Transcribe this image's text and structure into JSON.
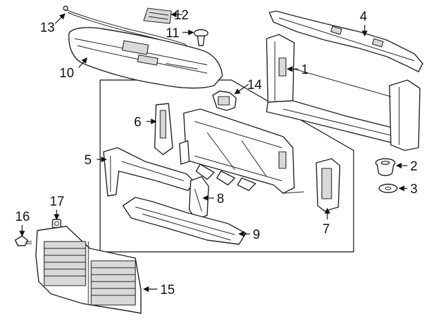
{
  "callouts": [
    {
      "id": "1",
      "label": "1"
    },
    {
      "id": "2",
      "label": "2"
    },
    {
      "id": "3",
      "label": "3"
    },
    {
      "id": "4",
      "label": "4"
    },
    {
      "id": "5",
      "label": "5"
    },
    {
      "id": "6",
      "label": "6"
    },
    {
      "id": "7",
      "label": "7"
    },
    {
      "id": "8",
      "label": "8"
    },
    {
      "id": "9",
      "label": "9"
    },
    {
      "id": "10",
      "label": "10"
    },
    {
      "id": "11",
      "label": "11"
    },
    {
      "id": "12",
      "label": "12"
    },
    {
      "id": "13",
      "label": "13"
    },
    {
      "id": "14",
      "label": "14"
    },
    {
      "id": "15",
      "label": "15"
    },
    {
      "id": "16",
      "label": "16"
    },
    {
      "id": "17",
      "label": "17"
    }
  ],
  "colors": {
    "line": "#222222",
    "background": "#ffffff",
    "shade": "#d9d9d9"
  }
}
